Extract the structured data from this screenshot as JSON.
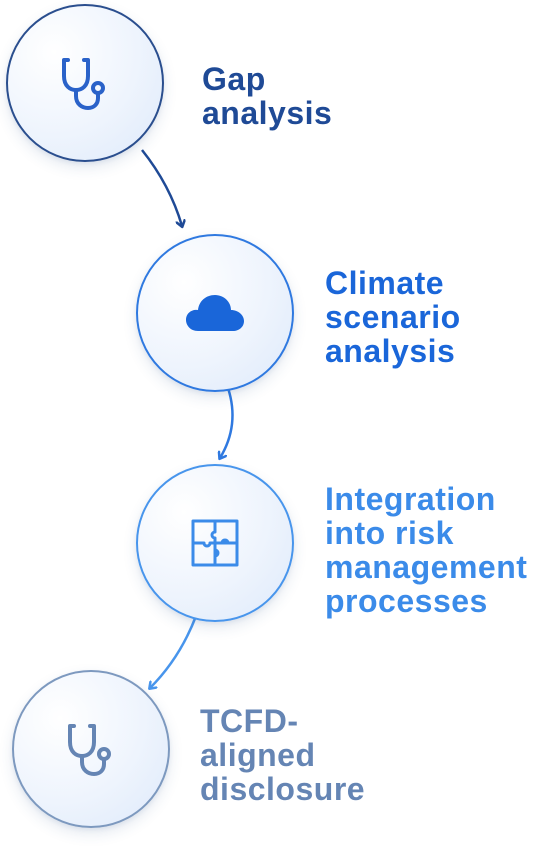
{
  "steps": [
    {
      "id": "gap",
      "lines": [
        "Gap",
        "analysis"
      ],
      "icon": "stethoscope-icon",
      "color": "#1f4a96"
    },
    {
      "id": "scenario",
      "lines": [
        "Climate",
        "scenario",
        "analysis"
      ],
      "icon": "cloud-icon",
      "color": "#1a66d9"
    },
    {
      "id": "integration",
      "lines": [
        "Integration",
        "into risk",
        "management",
        "processes"
      ],
      "icon": "puzzle-icon",
      "color": "#3b8be9"
    },
    {
      "id": "disclosure",
      "lines": [
        "TCFD-",
        "aligned",
        "disclosure"
      ],
      "icon": "stethoscope-icon",
      "color": "#6585b4"
    }
  ],
  "connector_colors": [
    "#1f4a96",
    "#2f79e0",
    "#4895ec"
  ]
}
